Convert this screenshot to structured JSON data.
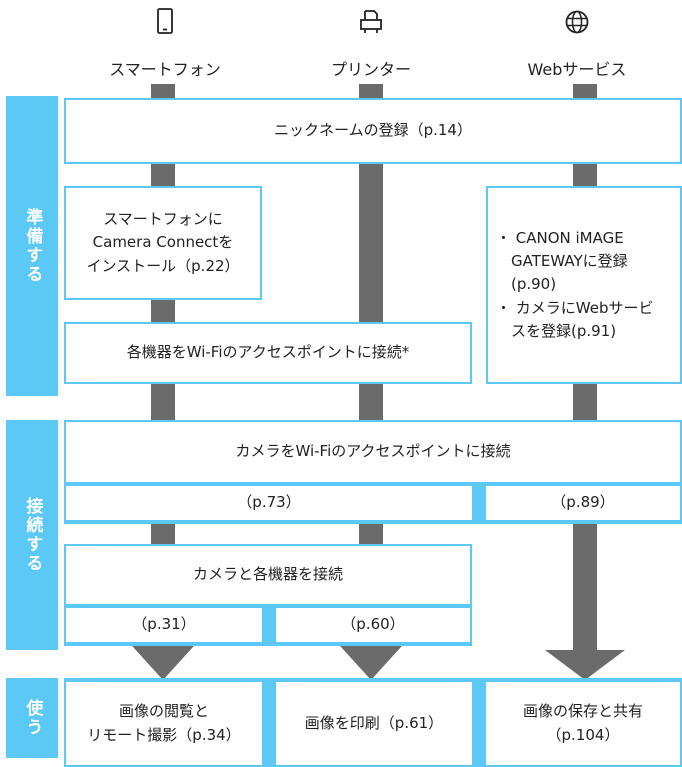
{
  "columns": [
    {
      "label": "スマートフォン",
      "icon": "smartphone-icon"
    },
    {
      "label": "プリンター",
      "icon": "printer-icon"
    },
    {
      "label": "Webサービス",
      "icon": "globe-icon"
    }
  ],
  "stages": {
    "prepare": "準備する",
    "connect": "接続する",
    "use": "使う"
  },
  "prepare": {
    "nickname": "ニックネームの登録（p.14）",
    "smartphone_lines": [
      "スマートフォンに",
      "Camera Connectを",
      "インストール（p.22）"
    ],
    "web_lines": [
      "・ CANON iMAGE",
      "　GATEWAYに登録",
      "　(p.90)",
      "・ カメラにWebサービ",
      "　スを登録(p.91)"
    ],
    "access_point": "各機器をWi-Fiのアクセスポイントに接続*"
  },
  "connect": {
    "camera_wifi": "カメラをWi-Fiのアクセスポイントに接続",
    "page_left": "（p.73）",
    "page_right": "（p.89）",
    "camera_devices": "カメラと各機器を接続",
    "page_smartphone": "（p.31）",
    "page_printer": "（p.60）"
  },
  "use": {
    "smartphone_lines": [
      "画像の閲覧と",
      "リモート撮影（p.34）"
    ],
    "printer": "画像を印刷（p.61）",
    "web_lines": [
      "画像の保存と共有",
      "（p.104）"
    ]
  },
  "colors": {
    "accent": "#5bc8f5",
    "connector": "#6b6b6b"
  }
}
